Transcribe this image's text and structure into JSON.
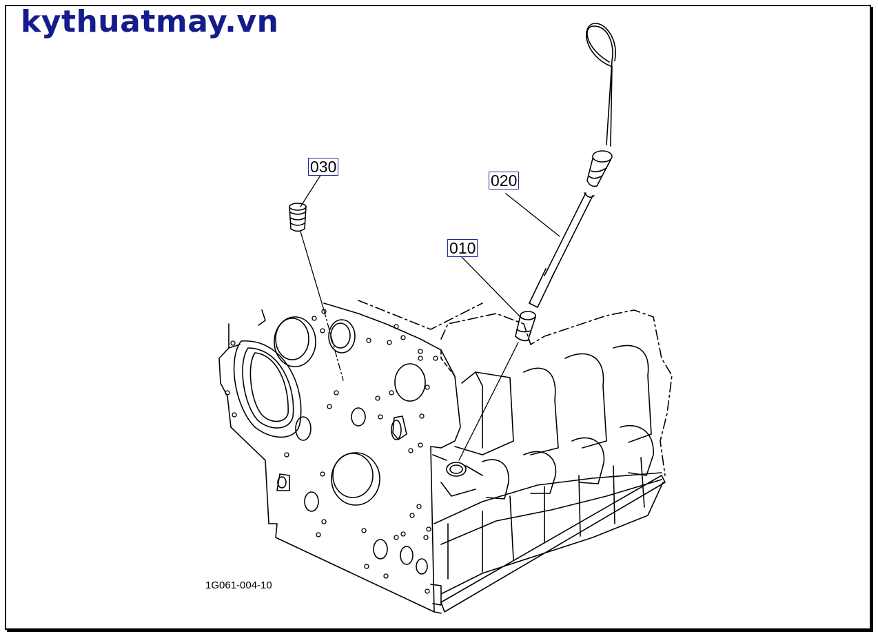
{
  "watermark": {
    "text": "kythuatmay.vn",
    "color": "#141c8c"
  },
  "callouts": {
    "c030": "030",
    "c020": "020",
    "c010": "010"
  },
  "drawing_code": "1G061-004-10"
}
